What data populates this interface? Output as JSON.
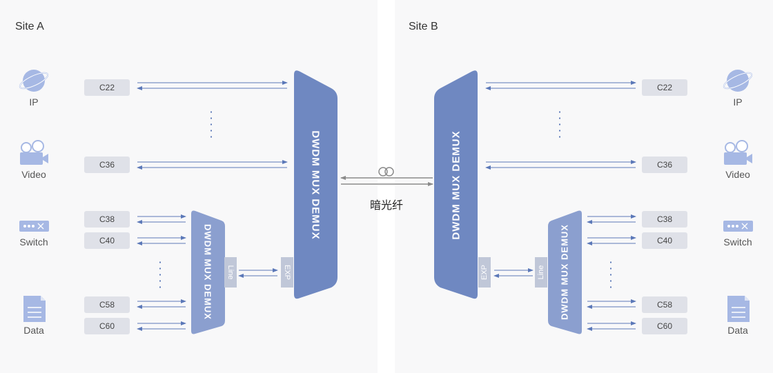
{
  "site_a": {
    "title": "Site A",
    "devices": [
      {
        "label": "IP",
        "icon": "globe-icon"
      },
      {
        "label": "Video",
        "icon": "video-camera-icon"
      },
      {
        "label": "Switch",
        "icon": "switch-icon"
      },
      {
        "label": "Data",
        "icon": "document-icon"
      }
    ],
    "channels": [
      "C22",
      "C36",
      "C38",
      "C40",
      "C58",
      "C60"
    ],
    "main_mux_label": "DWDM MUX DEMUX",
    "sub_mux_label": "DWDM MUX DEMUX",
    "line_port": "Line",
    "exp_port": "EXP"
  },
  "site_b": {
    "title": "Site B",
    "devices": [
      {
        "label": "IP",
        "icon": "globe-icon"
      },
      {
        "label": "Video",
        "icon": "video-camera-icon"
      },
      {
        "label": "Switch",
        "icon": "switch-icon"
      },
      {
        "label": "Data",
        "icon": "document-icon"
      }
    ],
    "channels": [
      "C22",
      "C36",
      "C38",
      "C40",
      "C58",
      "C60"
    ],
    "main_mux_label": "DWDM MUX DEMUX",
    "sub_mux_label": "DWDM MUX DEMUX",
    "line_port": "Line",
    "exp_port": "EXP"
  },
  "fiber": {
    "label": "暗光纤",
    "icon": "fiber-coil-icon"
  },
  "colors": {
    "mux_main": "#6f88c1",
    "mux_sub": "#8b9fcf",
    "icon": "#a6b8e4",
    "arrow": "#5b78b8",
    "chip": "#dfe1e8",
    "port": "#c0c7d8",
    "panel": "#f8f8f9"
  }
}
